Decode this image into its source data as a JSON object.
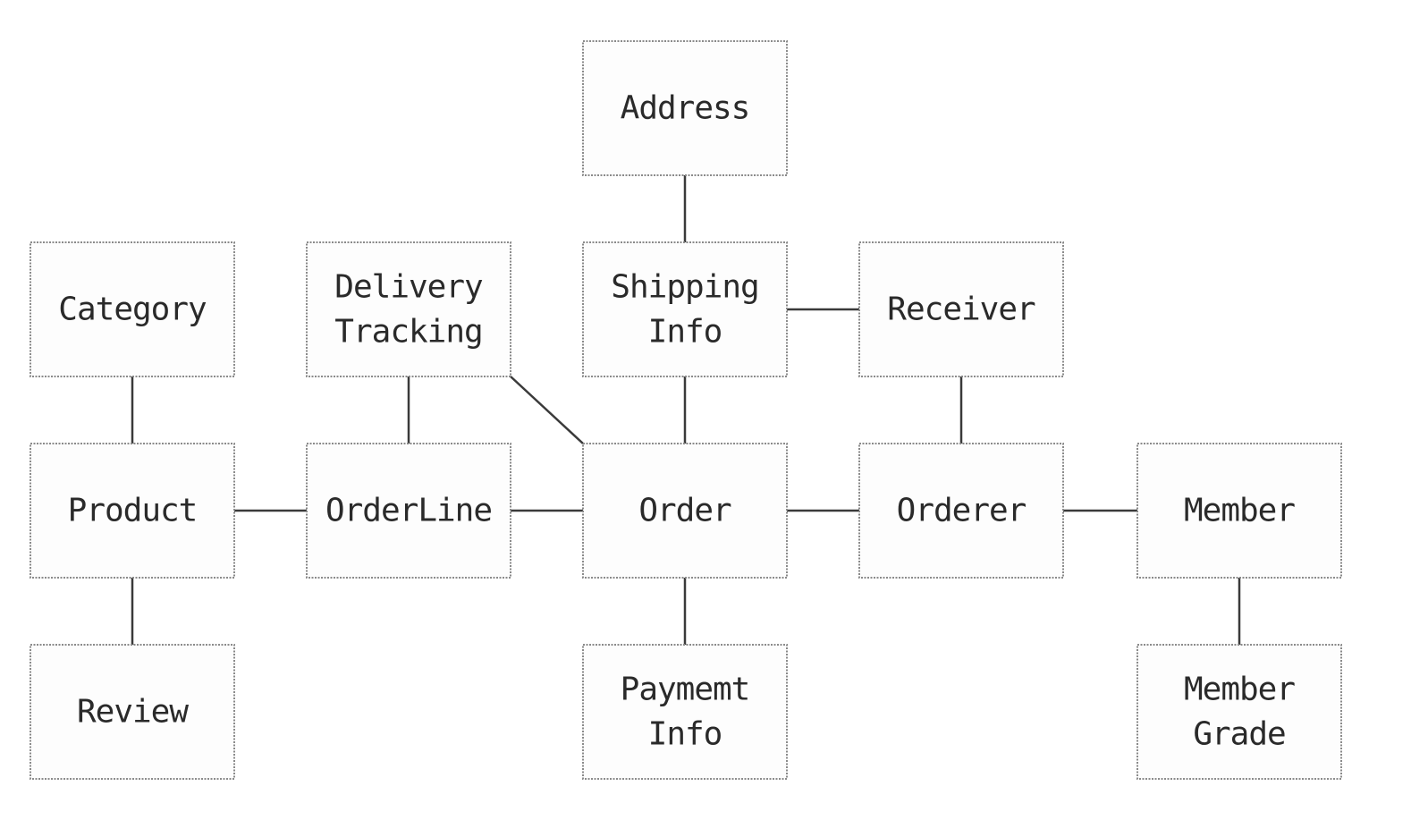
{
  "diagram": {
    "nodes": [
      {
        "id": "address",
        "lines": [
          "Address"
        ]
      },
      {
        "id": "category",
        "lines": [
          "Category"
        ]
      },
      {
        "id": "delivery-tracking",
        "lines": [
          "Delivery",
          "Tracking"
        ]
      },
      {
        "id": "shipping-info",
        "lines": [
          "Shipping",
          "Info"
        ]
      },
      {
        "id": "receiver",
        "lines": [
          "Receiver"
        ]
      },
      {
        "id": "product",
        "lines": [
          "Product"
        ]
      },
      {
        "id": "orderline",
        "lines": [
          "OrderLine"
        ]
      },
      {
        "id": "order",
        "lines": [
          "Order"
        ]
      },
      {
        "id": "orderer",
        "lines": [
          "Orderer"
        ]
      },
      {
        "id": "member",
        "lines": [
          "Member"
        ]
      },
      {
        "id": "review",
        "lines": [
          "Review"
        ]
      },
      {
        "id": "payment-info",
        "lines": [
          "Paymemt",
          "Info"
        ]
      },
      {
        "id": "member-grade",
        "lines": [
          "Member",
          "Grade"
        ]
      }
    ],
    "edges": [
      {
        "from": "address",
        "to": "shipping-info"
      },
      {
        "from": "category",
        "to": "product"
      },
      {
        "from": "delivery-tracking",
        "to": "orderline"
      },
      {
        "from": "delivery-tracking",
        "to": "order"
      },
      {
        "from": "shipping-info",
        "to": "receiver"
      },
      {
        "from": "shipping-info",
        "to": "order"
      },
      {
        "from": "receiver",
        "to": "orderer"
      },
      {
        "from": "product",
        "to": "orderline"
      },
      {
        "from": "orderline",
        "to": "order"
      },
      {
        "from": "order",
        "to": "orderer"
      },
      {
        "from": "orderer",
        "to": "member"
      },
      {
        "from": "product",
        "to": "review"
      },
      {
        "from": "order",
        "to": "payment-info"
      },
      {
        "from": "member",
        "to": "member-grade"
      }
    ]
  }
}
